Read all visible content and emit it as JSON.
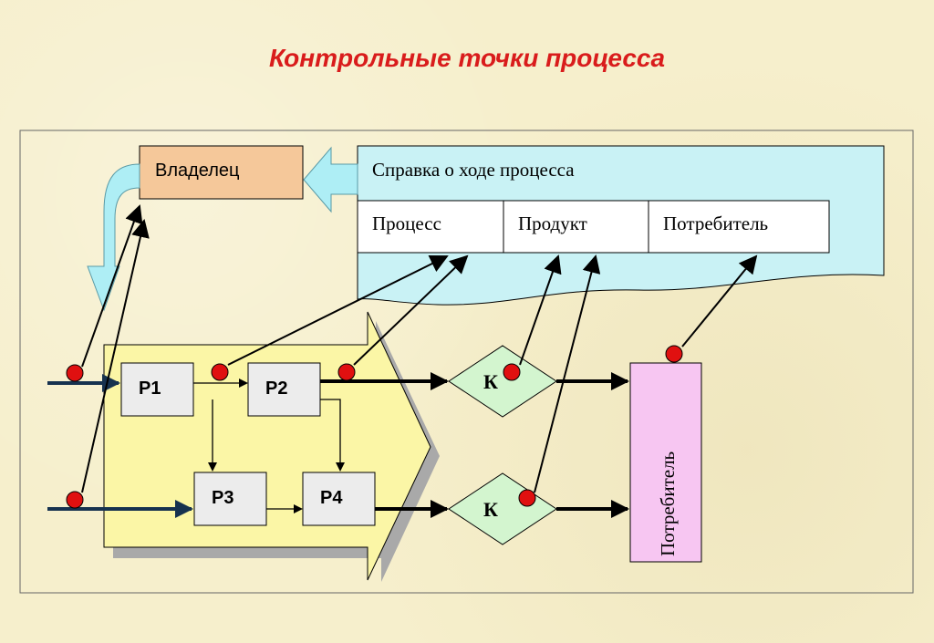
{
  "title": "Контрольные точки процесса",
  "owner": "Владелец",
  "report": {
    "title": "Справка о ходе процесса",
    "items": [
      "Процесс",
      "Продукт",
      "Потребитель"
    ]
  },
  "processes": [
    "P1",
    "P2",
    "P3",
    "P4"
  ],
  "control_label": "К",
  "consumer": "Потребитель",
  "colors": {
    "title": "#d91c1c",
    "owner_fill": "#f5c89a",
    "report_fill": "#c9f2f5",
    "process_area": "#fbf6a6",
    "control_fill": "#d3f5cf",
    "consumer_fill": "#f7c6f2",
    "checkpoint": "#e01010",
    "input_arrow": "#16324f"
  }
}
